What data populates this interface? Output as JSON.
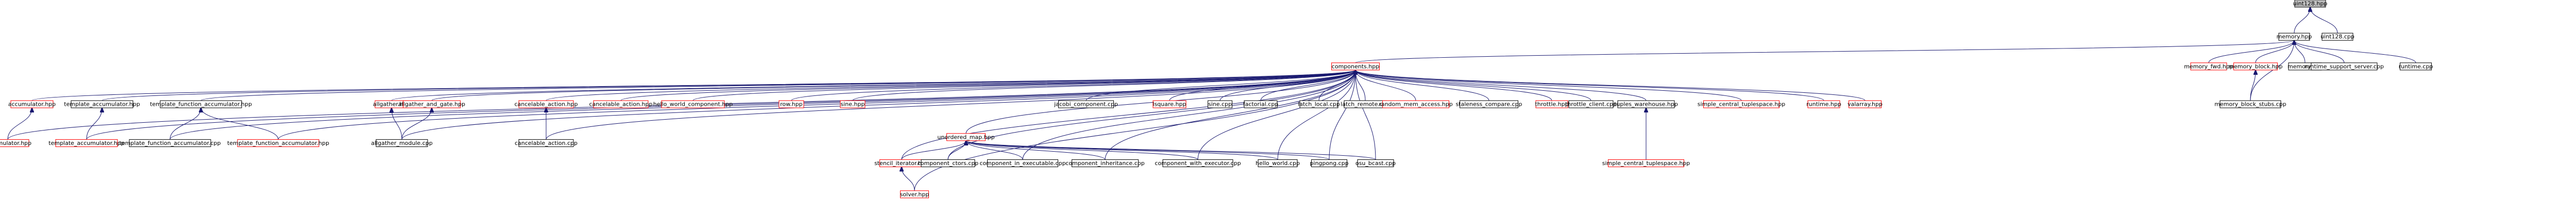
{
  "graph": {
    "nodes": [
      {
        "id": "uint128",
        "label": "uint128.hpp",
        "style": "root"
      },
      {
        "id": "memory_hpp",
        "label": "memory.hpp",
        "style": "black"
      },
      {
        "id": "uint128_cpp",
        "label": "uint128.cpp",
        "style": "black"
      },
      {
        "id": "components",
        "label": "components.hpp",
        "style": "red"
      },
      {
        "id": "memory_fwd",
        "label": "memory_fwd.hpp",
        "style": "red"
      },
      {
        "id": "memory_block",
        "label": "memory_block.hpp",
        "style": "red"
      },
      {
        "id": "memory_cpp",
        "label": "memory.cpp",
        "style": "black"
      },
      {
        "id": "runtime_support_server",
        "label": "runtime_support_server.cpp",
        "style": "black"
      },
      {
        "id": "runtime_cpp",
        "label": "runtime.cpp",
        "style": "black"
      },
      {
        "id": "accumulator_hpp",
        "label": "accumulator.hpp",
        "style": "red"
      },
      {
        "id": "template_accumulator_hpp",
        "label": "template_accumulator.hpp",
        "style": "black"
      },
      {
        "id": "template_function_accumulator_hpp",
        "label": "template_function_accumulator.hpp",
        "style": "black"
      },
      {
        "id": "allgather_hpp",
        "label": "allgather.hpp",
        "style": "red"
      },
      {
        "id": "allgather_and_gate_hpp",
        "label": "allgather_and_gate.hpp",
        "style": "red"
      },
      {
        "id": "cancelable_action_hpp",
        "label": "cancelable_action.hpp",
        "style": "red"
      },
      {
        "id": "cancelable_action_hpp2",
        "label": "cancelable_action.hpp",
        "style": "red"
      },
      {
        "id": "hello_world_component_hpp",
        "label": "hello_world_component.hpp",
        "style": "red"
      },
      {
        "id": "row_hpp",
        "label": "row.hpp",
        "style": "red"
      },
      {
        "id": "sine_hpp",
        "label": "sine.hpp",
        "style": "red"
      },
      {
        "id": "jacobi_component_cpp",
        "label": "jacobi_component.cpp",
        "style": "black"
      },
      {
        "id": "tsquare_hpp",
        "label": "lsquare.hpp",
        "style": "red"
      },
      {
        "id": "sine_cpp",
        "label": "sine.cpp",
        "style": "black"
      },
      {
        "id": "factorial_cpp",
        "label": "factorial.cpp",
        "style": "black"
      },
      {
        "id": "latch_local_cpp",
        "label": "latch_local.cpp",
        "style": "black"
      },
      {
        "id": "latch_remote_cpp",
        "label": "latch_remote.cpp",
        "style": "black"
      },
      {
        "id": "random_mem_access_hpp",
        "label": "random_mem_access.hpp",
        "style": "red"
      },
      {
        "id": "staleness_compare_cpp",
        "label": "staleness_compare.cpp",
        "style": "black"
      },
      {
        "id": "throttle_hpp",
        "label": "throttle.hpp",
        "style": "red"
      },
      {
        "id": "throttle_client_cpp",
        "label": "throttle_client.cpp",
        "style": "black"
      },
      {
        "id": "tuples_warehouse_hpp",
        "label": "tuples_warehouse.hpp",
        "style": "black"
      },
      {
        "id": "simple_central_tuplespace_hpp_a",
        "label": "simple_central_tuplespace.hpp",
        "style": "red"
      },
      {
        "id": "runtime_hpp",
        "label": "runtime.hpp",
        "style": "red"
      },
      {
        "id": "valarray_hpp",
        "label": "valarray.hpp",
        "style": "red"
      },
      {
        "id": "memory_block_stubs",
        "label": "memory_block_stubs.cpp",
        "style": "black"
      },
      {
        "id": "accumulator2_hpp",
        "label": "accumulator.hpp",
        "style": "red"
      },
      {
        "id": "template_accumulator2_hpp",
        "label": "template_accumulator.hpp",
        "style": "red"
      },
      {
        "id": "template_function_accumulator_cpp",
        "label": "template_function_accumulator.cpp",
        "style": "black"
      },
      {
        "id": "template_function_accumulator2_hpp",
        "label": "template_function_accumulator.hpp",
        "style": "red"
      },
      {
        "id": "allgather_module_cpp",
        "label": "allgather_module.cpp",
        "style": "black"
      },
      {
        "id": "cancelable_action_cpp",
        "label": "cancelable_action.cpp",
        "style": "black"
      },
      {
        "id": "unordered_hpp",
        "label": "unordered_map.hpp",
        "style": "red"
      },
      {
        "id": "stencil_iterator_hpp",
        "label": "stencil_iterator.hpp",
        "style": "red"
      },
      {
        "id": "component_ctors_cpp",
        "label": "component_ctors.cpp",
        "style": "black"
      },
      {
        "id": "component_in_executable_cpp",
        "label": "component_in_executable.cpp",
        "style": "black"
      },
      {
        "id": "component_inheritance_cpp",
        "label": "component_inheritance.cpp",
        "style": "black"
      },
      {
        "id": "component_with_executor_cpp",
        "label": "component_with_executor.cpp",
        "style": "black"
      },
      {
        "id": "hello_world_cpp",
        "label": "hello_world.cpp",
        "style": "black"
      },
      {
        "id": "pingpong_cpp",
        "label": "pingpong.cpp",
        "style": "black"
      },
      {
        "id": "osu_bcast_cpp",
        "label": "osu_bcast.cpp",
        "style": "black"
      },
      {
        "id": "simple_central_tuplespace_hpp_b",
        "label": "simple_central_tuplespace.hpp",
        "style": "red"
      },
      {
        "id": "solver_hpp",
        "label": "solver.hpp",
        "style": "red"
      }
    ],
    "edges": [
      [
        "memory_hpp",
        "uint128"
      ],
      [
        "uint128_cpp",
        "uint128"
      ],
      [
        "components",
        "memory_hpp"
      ],
      [
        "memory_fwd",
        "memory_hpp"
      ],
      [
        "memory_block",
        "memory_hpp"
      ],
      [
        "memory_cpp",
        "memory_hpp"
      ],
      [
        "runtime_support_server",
        "memory_hpp"
      ],
      [
        "runtime_cpp",
        "memory_hpp"
      ],
      [
        "memory_block_stubs",
        "memory_block"
      ],
      [
        "memory_block_stubs",
        "memory_hpp"
      ],
      [
        "accumulator_hpp",
        "components"
      ],
      [
        "template_accumulator_hpp",
        "components"
      ],
      [
        "template_function_accumulator_hpp",
        "components"
      ],
      [
        "allgather_hpp",
        "components"
      ],
      [
        "allgather_and_gate_hpp",
        "components"
      ],
      [
        "cancelable_action_hpp",
        "components"
      ],
      [
        "cancelable_action_hpp2",
        "components"
      ],
      [
        "hello_world_component_hpp",
        "components"
      ],
      [
        "row_hpp",
        "components"
      ],
      [
        "sine_hpp",
        "components"
      ],
      [
        "jacobi_component_cpp",
        "components"
      ],
      [
        "tsquare_hpp",
        "components"
      ],
      [
        "sine_cpp",
        "components"
      ],
      [
        "factorial_cpp",
        "components"
      ],
      [
        "latch_local_cpp",
        "components"
      ],
      [
        "latch_remote_cpp",
        "components"
      ],
      [
        "random_mem_access_hpp",
        "components"
      ],
      [
        "staleness_compare_cpp",
        "components"
      ],
      [
        "throttle_hpp",
        "components"
      ],
      [
        "throttle_client_cpp",
        "components"
      ],
      [
        "tuples_warehouse_hpp",
        "components"
      ],
      [
        "simple_central_tuplespace_hpp_a",
        "components"
      ],
      [
        "runtime_hpp",
        "components"
      ],
      [
        "valarray_hpp",
        "components"
      ],
      [
        "unordered_hpp",
        "components"
      ],
      [
        "accumulator2_hpp",
        "components"
      ],
      [
        "template_accumulator2_hpp",
        "components"
      ],
      [
        "template_function_accumulator_cpp",
        "components"
      ],
      [
        "template_function_accumulator2_hpp",
        "components"
      ],
      [
        "allgather_module_cpp",
        "components"
      ],
      [
        "cancelable_action_cpp",
        "components"
      ],
      [
        "component_ctors_cpp",
        "components"
      ],
      [
        "component_in_executable_cpp",
        "components"
      ],
      [
        "component_inheritance_cpp",
        "components"
      ],
      [
        "component_with_executor_cpp",
        "components"
      ],
      [
        "hello_world_cpp",
        "components"
      ],
      [
        "pingpong_cpp",
        "components"
      ],
      [
        "osu_bcast_cpp",
        "components"
      ],
      [
        "stencil_iterator_hpp",
        "components"
      ],
      [
        "solver_hpp",
        "components"
      ],
      [
        "accumulator2_hpp",
        "accumulator_hpp"
      ],
      [
        "template_accumulator2_hpp",
        "template_accumulator_hpp"
      ],
      [
        "template_function_accumulator_cpp",
        "template_function_accumulator_hpp"
      ],
      [
        "template_function_accumulator2_hpp",
        "template_function_accumulator_hpp"
      ],
      [
        "allgather_module_cpp",
        "allgather_hpp"
      ],
      [
        "allgather_module_cpp",
        "allgather_and_gate_hpp"
      ],
      [
        "cancelable_action_cpp",
        "cancelable_action_hpp"
      ],
      [
        "stencil_iterator_hpp",
        "unordered_hpp"
      ],
      [
        "component_ctors_cpp",
        "unordered_hpp"
      ],
      [
        "component_in_executable_cpp",
        "unordered_hpp"
      ],
      [
        "component_inheritance_cpp",
        "unordered_hpp"
      ],
      [
        "component_with_executor_cpp",
        "unordered_hpp"
      ],
      [
        "hello_world_cpp",
        "unordered_hpp"
      ],
      [
        "pingpong_cpp",
        "unordered_hpp"
      ],
      [
        "osu_bcast_cpp",
        "unordered_hpp"
      ],
      [
        "solver_hpp",
        "stencil_iterator_hpp"
      ],
      [
        "simple_central_tuplespace_hpp_b",
        "tuples_warehouse_hpp"
      ]
    ]
  }
}
